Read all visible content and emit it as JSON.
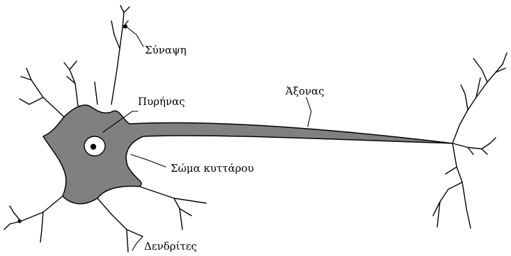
{
  "labels": {
    "synapse": "Σύναψη",
    "nucleus": "Πυρήνας",
    "axon": "Άξονας",
    "cell_body": "Σώμα κυττάρου",
    "dendrites": "Δενδρίτες"
  },
  "colors": {
    "cell_fill": "#808080",
    "ink": "#000000",
    "nucleus_fill": "#ffffff",
    "background": "#ffffff"
  }
}
